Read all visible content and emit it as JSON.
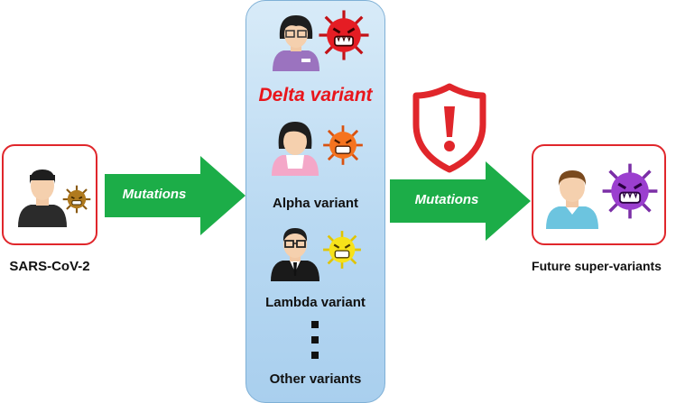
{
  "left": {
    "label": "SARS-CoV-2"
  },
  "right": {
    "label": "Future super-variants"
  },
  "arrows": {
    "left_label": "Mutations",
    "right_label": "Mutations"
  },
  "panel": {
    "delta": "Delta variant",
    "alpha": "Alpha variant",
    "lambda": "Lambda variant",
    "other": "Other variants"
  },
  "colors": {
    "arrow_green": "#1cad48",
    "box_border": "#e0262b",
    "delta_red": "#e8161c",
    "panel_blue": "#b9d9f2"
  },
  "icons": [
    "person-icon",
    "virus-icon",
    "shield-warning-icon",
    "vertical-dots-icon"
  ]
}
